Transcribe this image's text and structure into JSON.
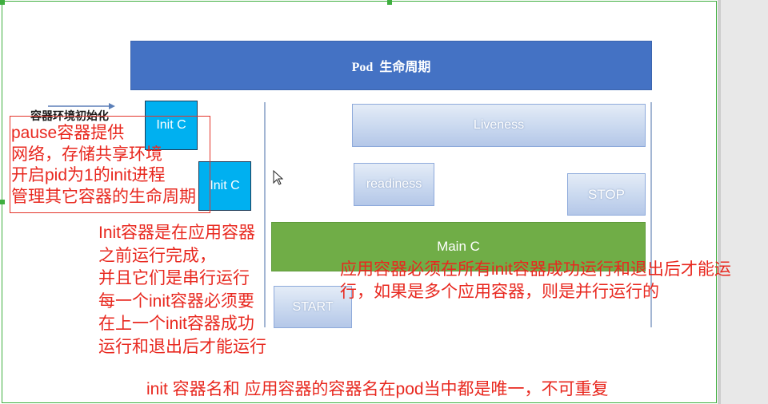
{
  "slide": {
    "header_title": "Pod  生命周期",
    "init_stage_label": "容器环境初始化",
    "shapes": {
      "init_c_first": "Init C",
      "init_c_second": "Init C",
      "liveness": "Liveness",
      "readiness": "readiness",
      "stop": "STOP",
      "main_c": "Main C",
      "start": "START"
    },
    "annotations": {
      "pause_container": [
        "pause容器提供",
        "网络，存储共享环境",
        "开启pid为1的init进程",
        "管理其它容器的生命周期"
      ],
      "init_containers": [
        "Init容器是在应用容器",
        "之前运行完成，",
        "并且它们是串行运行",
        "每一个init容器必须要",
        "在上一个init容器成功",
        "运行和退出后才能运行"
      ],
      "app_containers": [
        "应用容器必须在所有init容器成功运行和退出后才能运",
        "行，如果是多个应用容器，则是并行运行的"
      ],
      "naming": "init 容器名和 应用容器的容器名在pod当中都是唯一，不可重复"
    }
  },
  "icons": {
    "stage_arrow": "arrow-right-icon",
    "cursor": "mouse-pointer-icon"
  },
  "colors": {
    "header": "#4472c4",
    "init_container": "#00b0f0",
    "main_container": "#70ad47",
    "phase_box": "#c9d8ef",
    "annotation_red": "#e8281f",
    "selection_green": "#3fae3f"
  }
}
